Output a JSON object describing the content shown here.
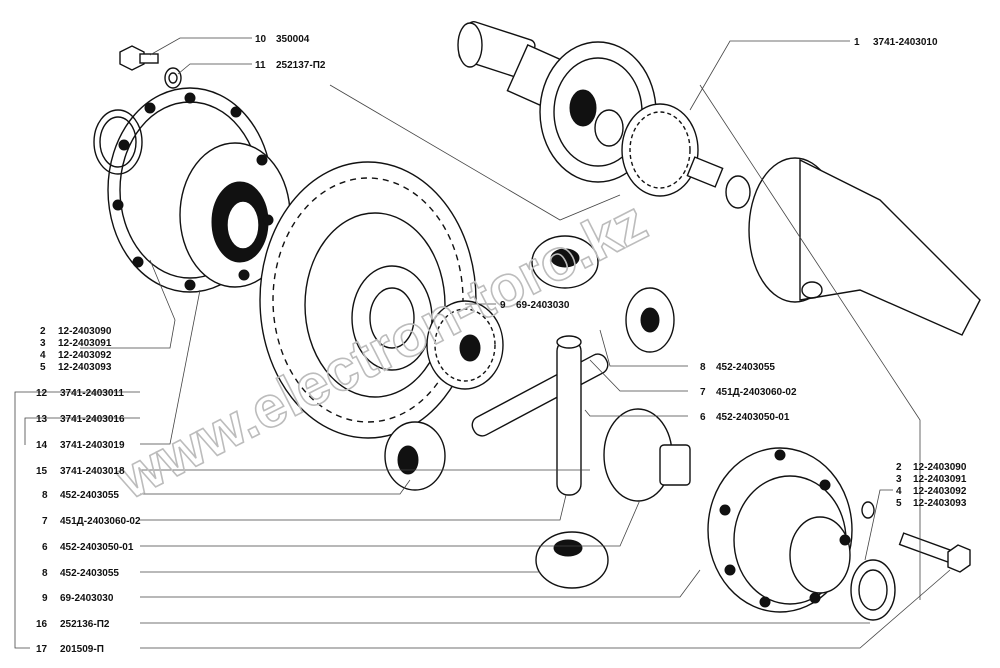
{
  "watermark": "www.electron-toro.kz",
  "callouts": [
    {
      "num": "10",
      "part": "350004"
    },
    {
      "num": "11",
      "part": "252137-П2"
    },
    {
      "num": "1",
      "part": "3741-2403010"
    },
    {
      "num": "2",
      "part": "12-2403090"
    },
    {
      "num": "3",
      "part": "12-2403091"
    },
    {
      "num": "4",
      "part": "12-2403092"
    },
    {
      "num": "5",
      "part": "12-2403093"
    },
    {
      "num": "12",
      "part": "3741-2403011"
    },
    {
      "num": "13",
      "part": "3741-2403016"
    },
    {
      "num": "14",
      "part": "3741-2403019"
    },
    {
      "num": "15",
      "part": "3741-2403018"
    },
    {
      "num": "8",
      "part": "452-2403055"
    },
    {
      "num": "7",
      "part": "451Д-2403060-02"
    },
    {
      "num": "6",
      "part": "452-2403050-01"
    },
    {
      "num": "8",
      "part": "452-2403055"
    },
    {
      "num": "9",
      "part": "69-2403030"
    },
    {
      "num": "16",
      "part": "252136-П2"
    },
    {
      "num": "17",
      "part": "201509-П"
    },
    {
      "num": "9",
      "part": "69-2403030"
    },
    {
      "num": "8",
      "part": "452-2403055"
    },
    {
      "num": "7",
      "part": "451Д-2403060-02"
    },
    {
      "num": "6",
      "part": "452-2403050-01"
    },
    {
      "num": "2",
      "part": "12-2403090"
    },
    {
      "num": "3",
      "part": "12-2403091"
    },
    {
      "num": "4",
      "part": "12-2403092"
    },
    {
      "num": "5",
      "part": "12-2403093"
    }
  ],
  "colors": {
    "ink": "#111111",
    "background": "#ffffff",
    "watermark": "#bcbcbc"
  }
}
